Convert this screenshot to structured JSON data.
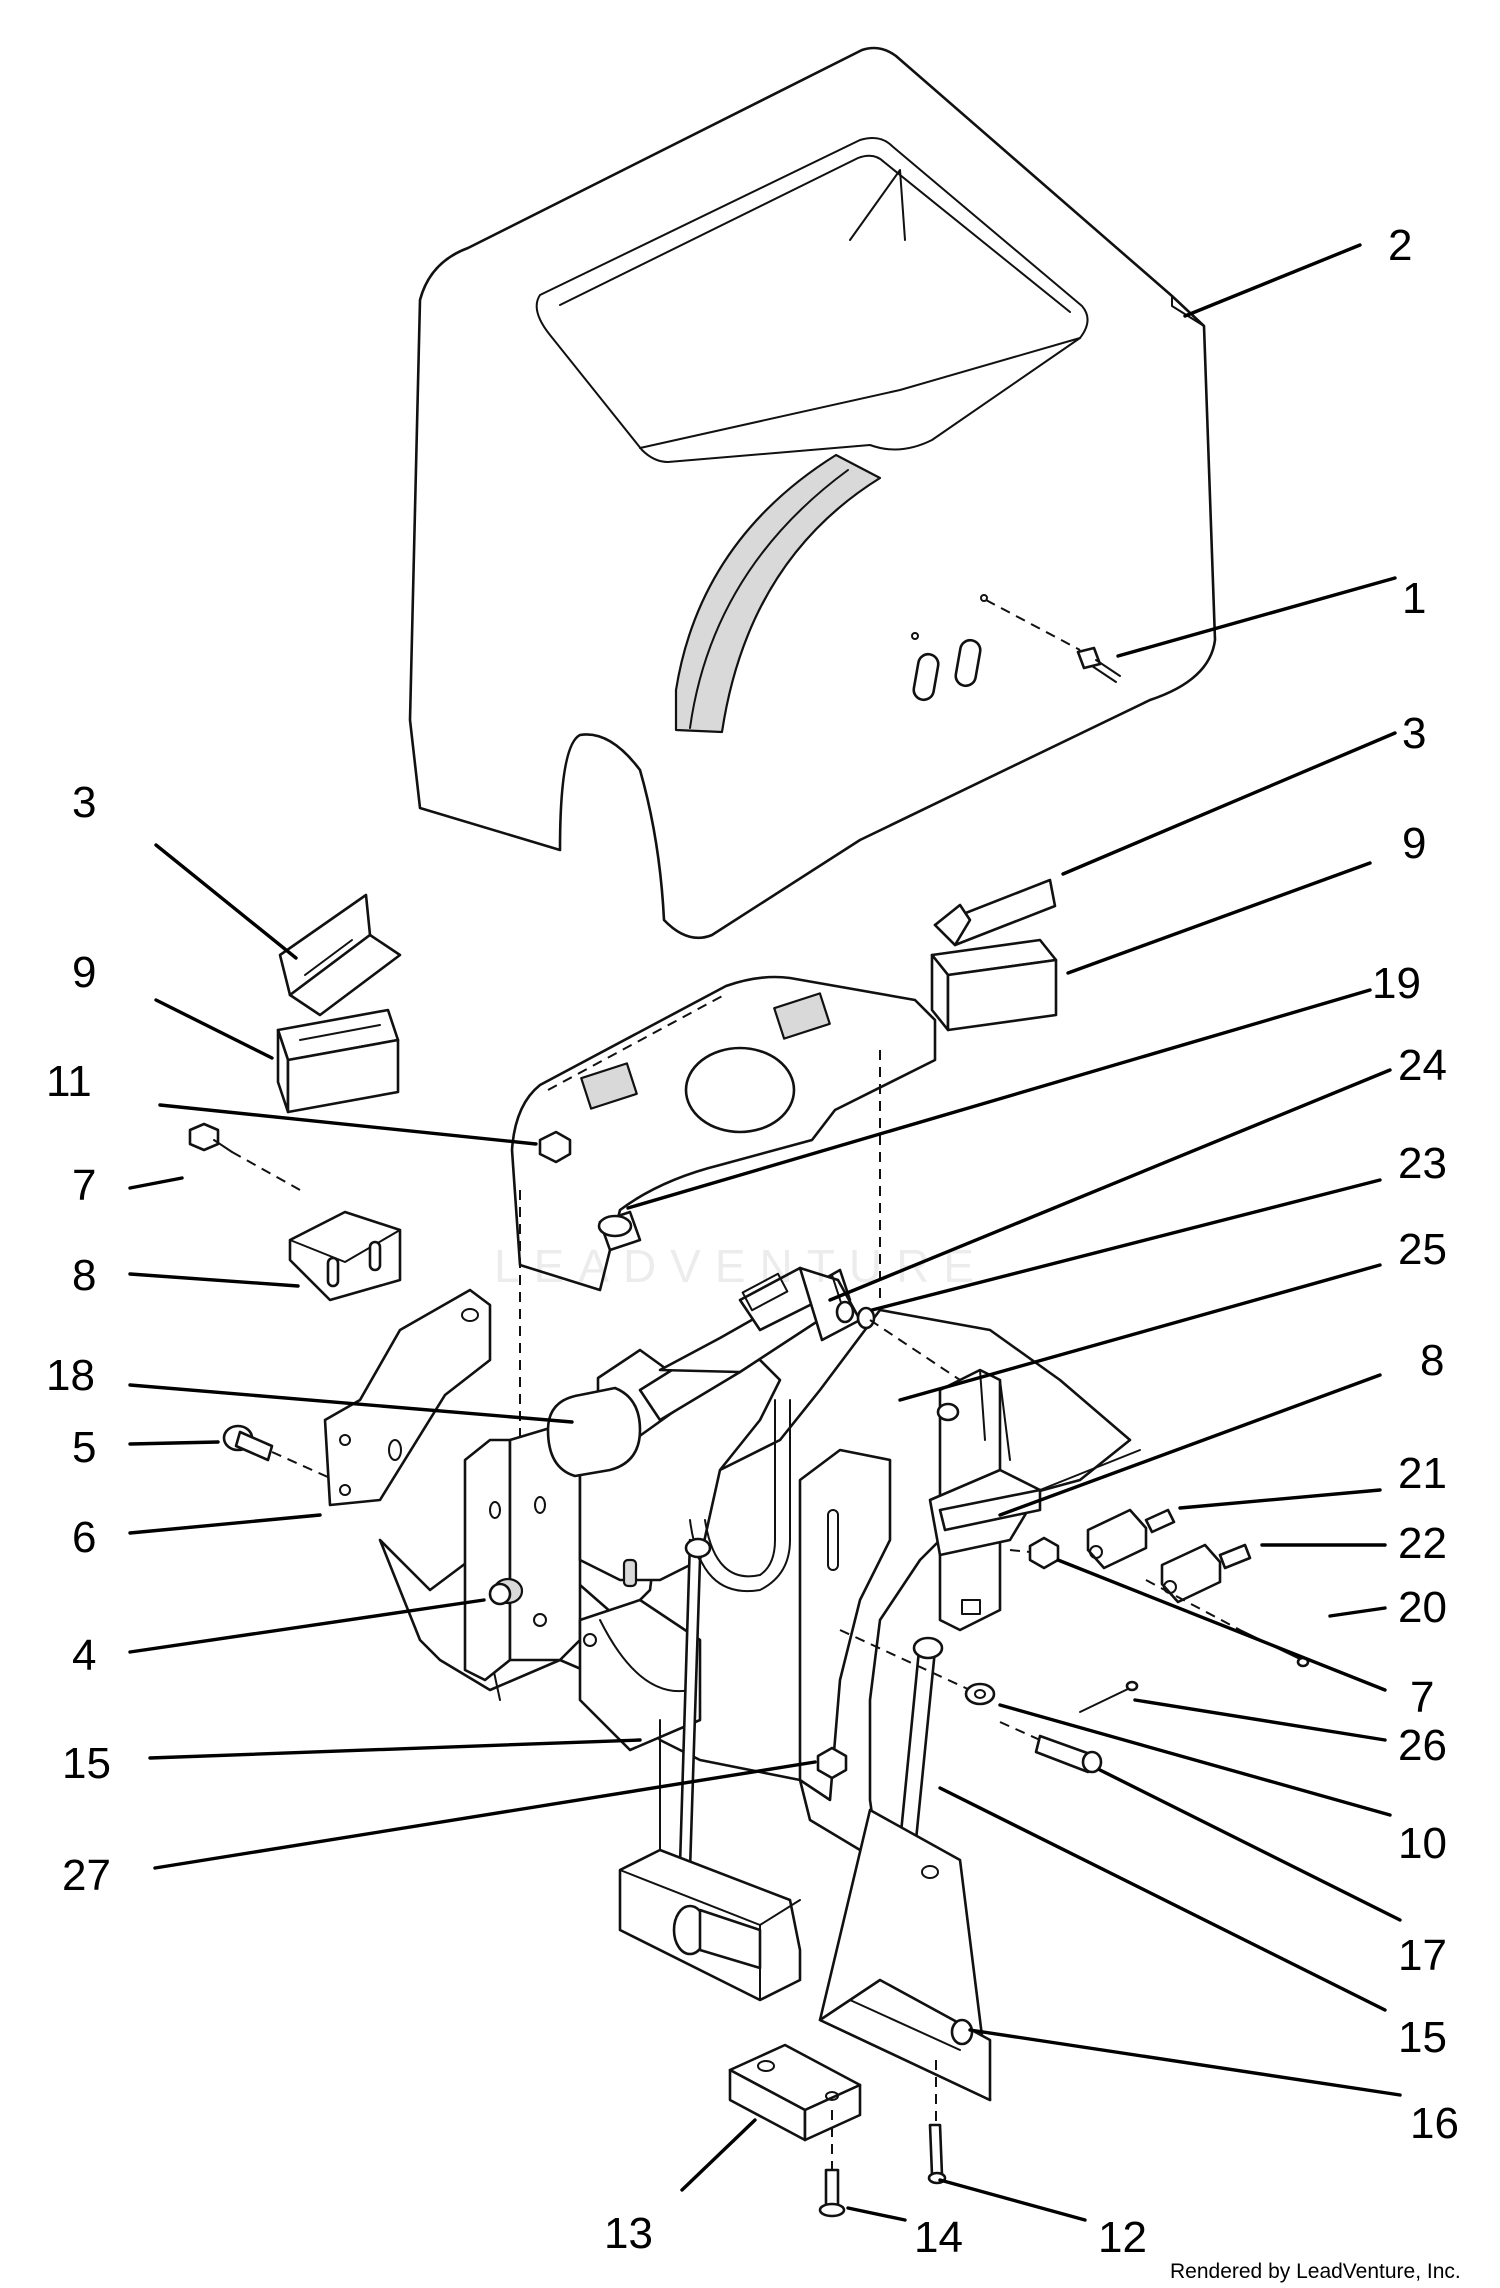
{
  "diagram": {
    "type": "exploded-parts-diagram",
    "callouts": [
      "2",
      "1",
      "3",
      "3",
      "9",
      "9",
      "19",
      "11",
      "24",
      "7",
      "23",
      "8",
      "25",
      "18",
      "8",
      "5",
      "21",
      "6",
      "22",
      "20",
      "4",
      "7",
      "26",
      "15",
      "10",
      "27",
      "17",
      "15",
      "16",
      "13",
      "14",
      "12"
    ]
  },
  "watermark": "LEADVENTURE",
  "credit": "Rendered by LeadVenture, Inc."
}
